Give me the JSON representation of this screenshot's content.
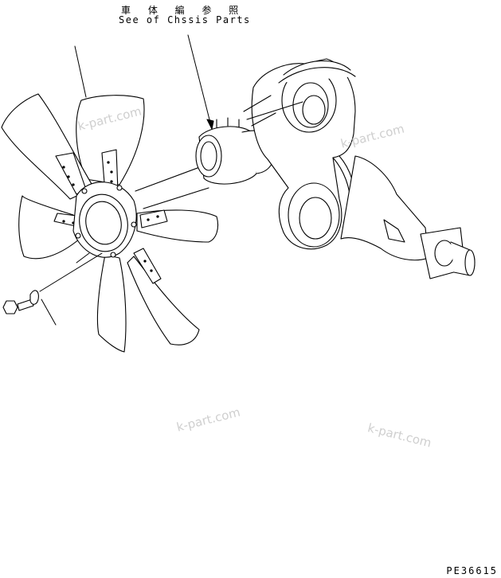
{
  "labels": {
    "jp_caption": "車 体 編 参 照",
    "en_caption": "See of Chssis Parts",
    "drawing_code": "PE36615"
  },
  "watermarks": [
    "k-part.com",
    "k-part.com",
    "k-part.com",
    "k-part.com"
  ],
  "colors": {
    "line": "#000000",
    "watermark": "#cfcfcf",
    "background": "#ffffff"
  }
}
